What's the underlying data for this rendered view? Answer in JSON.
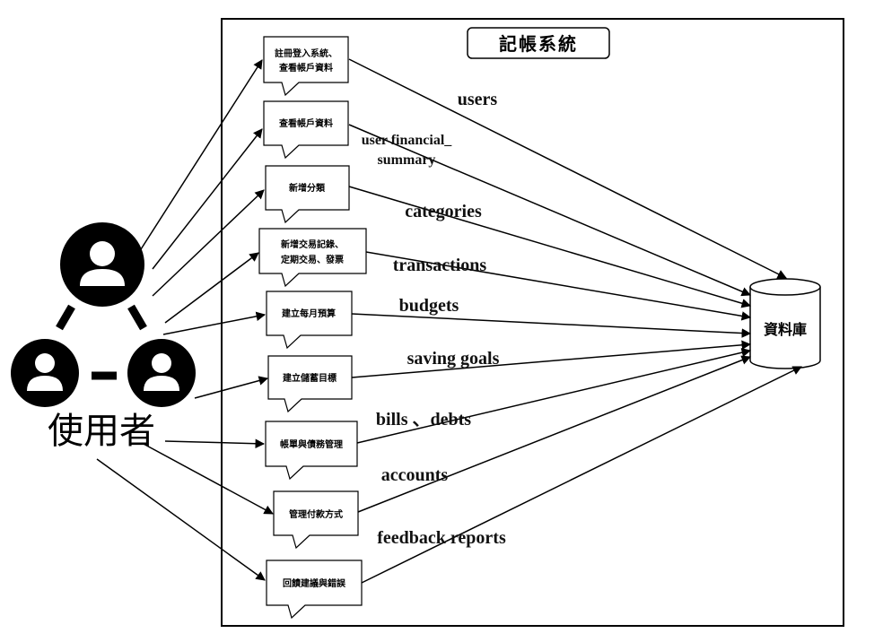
{
  "system_title": "記帳系統",
  "database_label": "資料庫",
  "actor_label": "使用者",
  "functions": [
    {
      "lines": [
        "註冊登入系統、",
        "查看帳戶資料"
      ],
      "table": [
        "users"
      ]
    },
    {
      "lines": [
        "查看帳戶資料"
      ],
      "table": [
        "user financial_",
        "summary"
      ]
    },
    {
      "lines": [
        "新增分類"
      ],
      "table": [
        "categories"
      ]
    },
    {
      "lines": [
        "新增交易記錄、",
        "定期交易、發票"
      ],
      "table": [
        "transactions"
      ]
    },
    {
      "lines": [
        "建立每月預算"
      ],
      "table": [
        "budgets"
      ]
    },
    {
      "lines": [
        "建立儲蓄目標"
      ],
      "table": [
        "saving goals"
      ]
    },
    {
      "lines": [
        "帳單與債務管理"
      ],
      "table": [
        "bills 、debts"
      ]
    },
    {
      "lines": [
        "管理付款方式"
      ],
      "table": [
        "accounts"
      ]
    },
    {
      "lines": [
        "回饋建議與錯誤"
      ],
      "table": [
        "feedback reports"
      ]
    }
  ],
  "icons": {
    "actor": "user-group-icon",
    "database": "database-cylinder-icon"
  }
}
